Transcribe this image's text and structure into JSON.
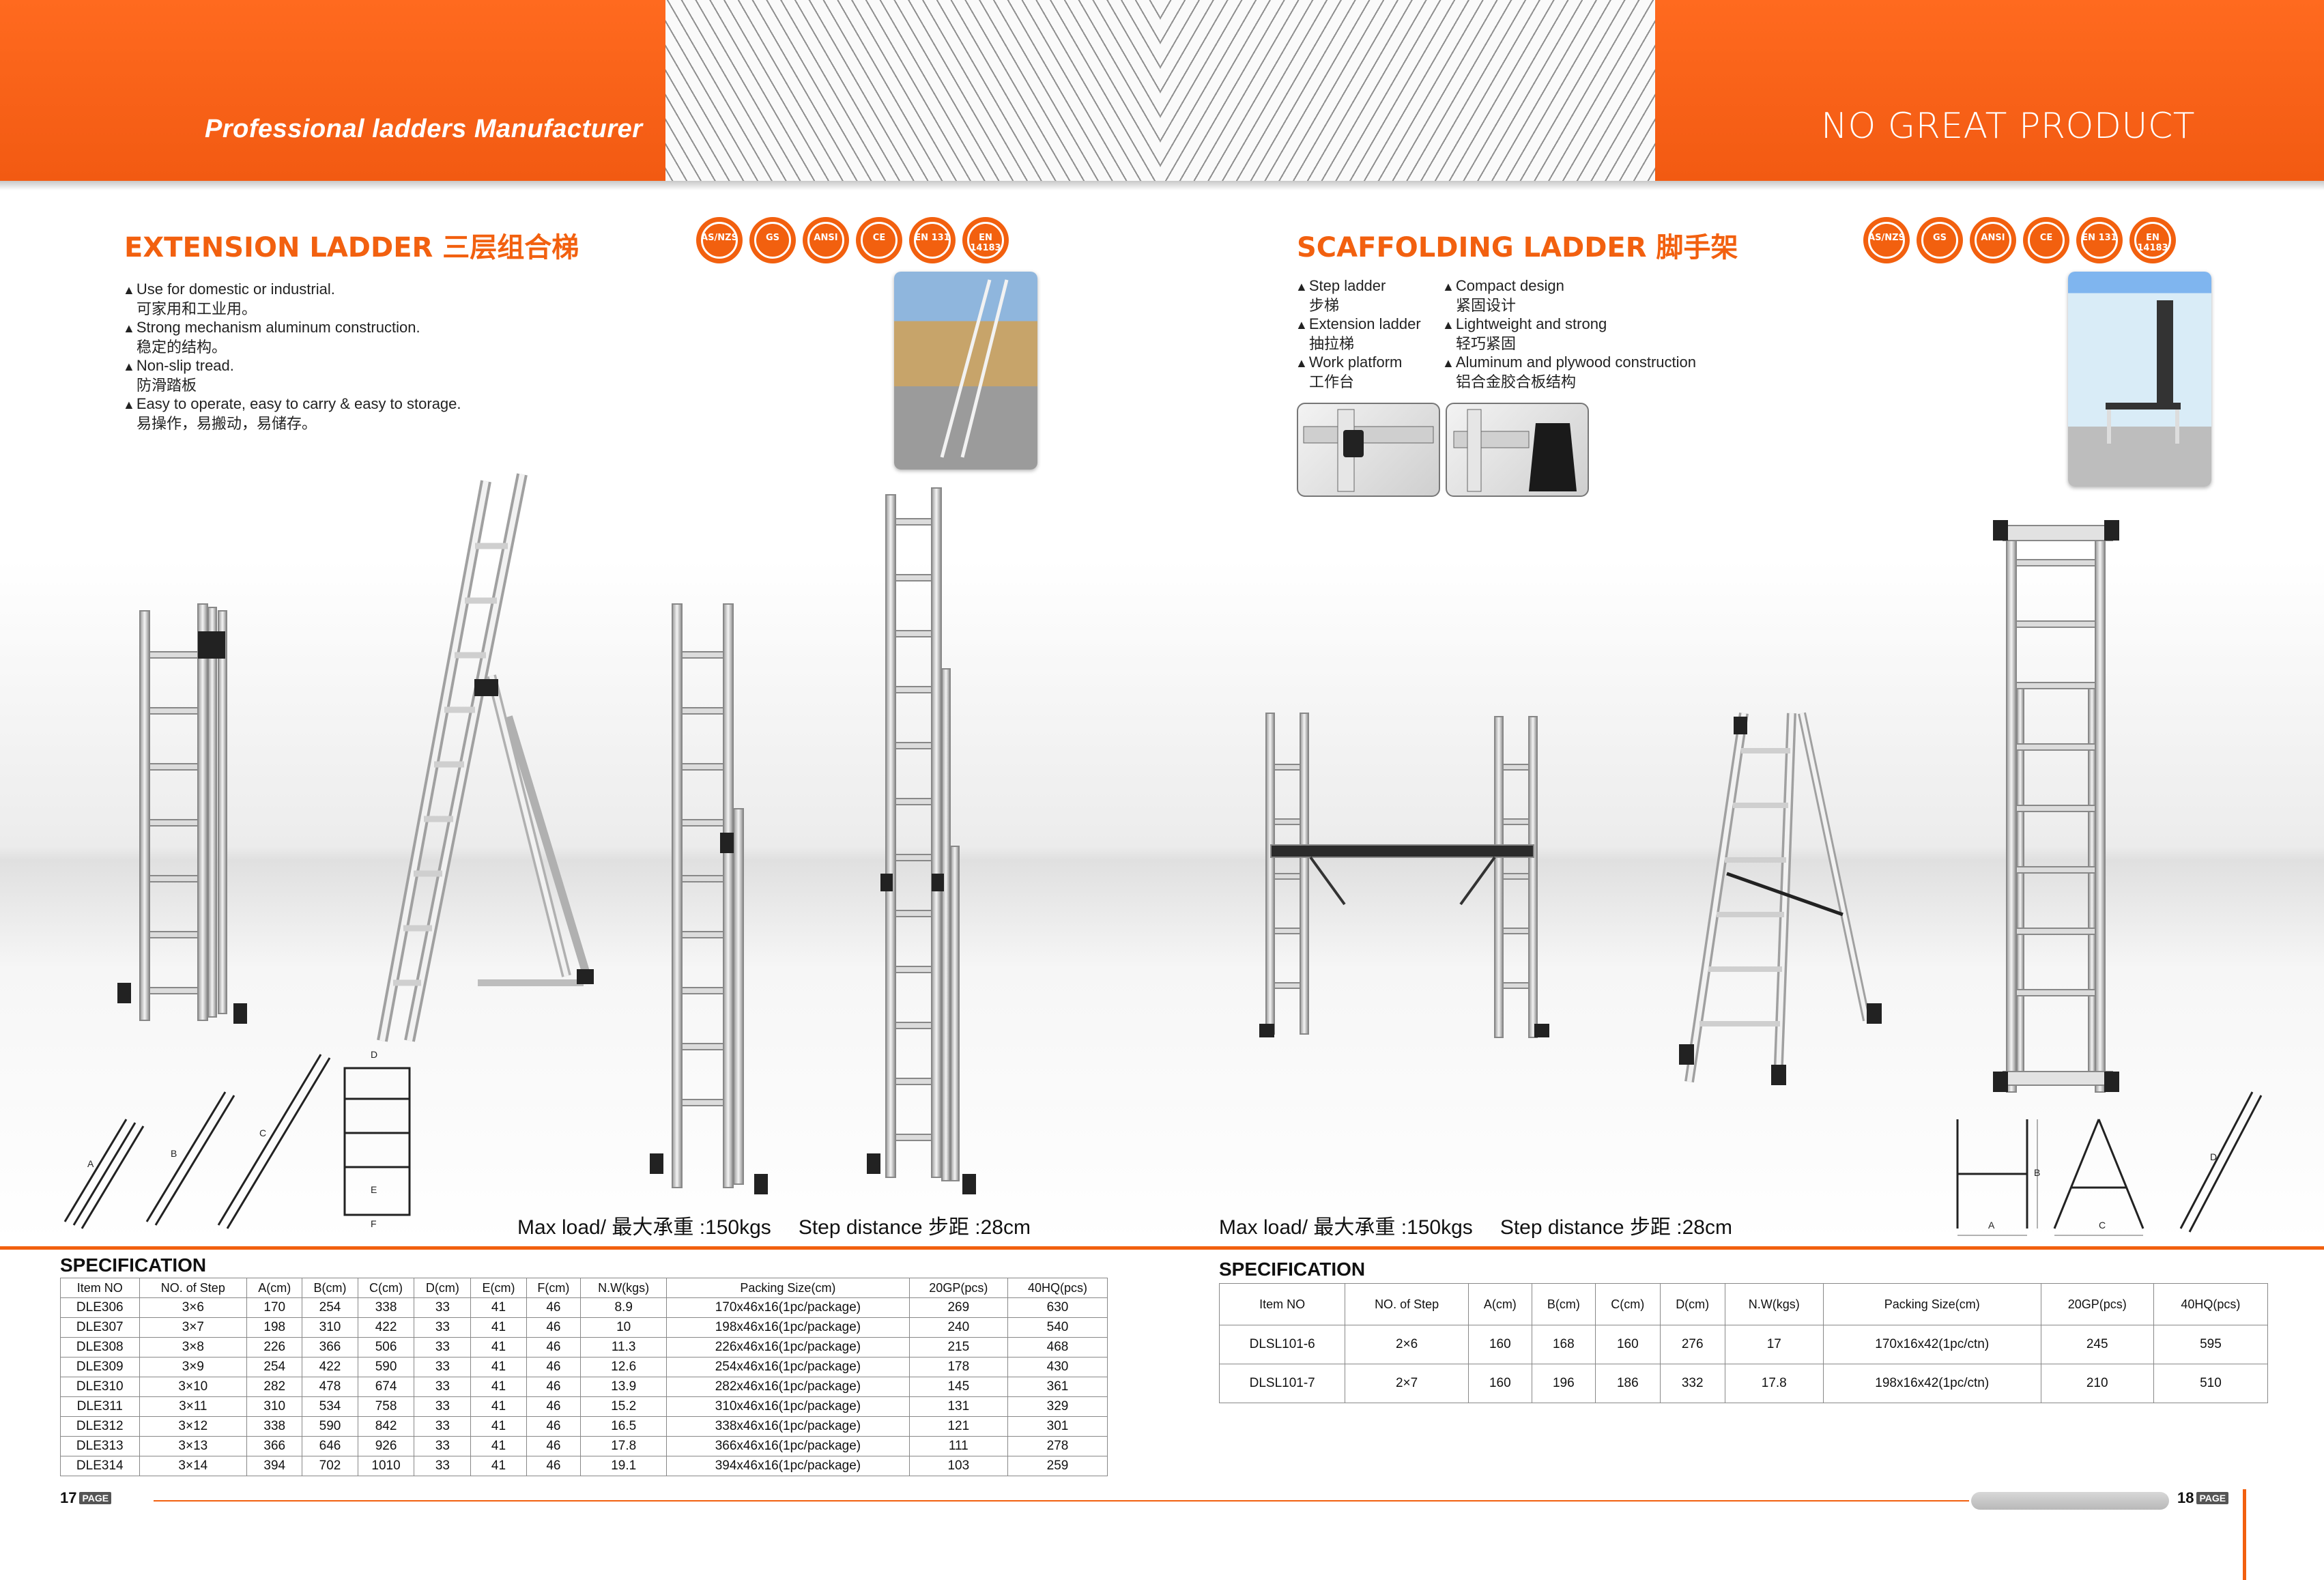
{
  "header": {
    "tagline": "Professional ladders Manufacturer",
    "slogan": "NO GREAT PRODUCT"
  },
  "certs": [
    "AS/NZS",
    "GS",
    "ANSI",
    "CE",
    "EN 131",
    "EN 14183"
  ],
  "left": {
    "title": "EXTENSION LADDER 三层组合梯",
    "features": [
      {
        "en": "Use for domestic or industrial.",
        "cn": "可家用和工业用。"
      },
      {
        "en": "Strong mechanism aluminum construction.",
        "cn": "稳定的结构。"
      },
      {
        "en": "Non-slip tread.",
        "cn": "防滑踏板"
      },
      {
        "en": "Easy to operate, easy to carry & easy to storage.",
        "cn": "易操作，易搬动，易储存。"
      }
    ],
    "caption_load": "Max load/ 最大承重 :150kgs",
    "caption_step": "Step distance 步距 :28cm",
    "diagram_labels": [
      "A",
      "B",
      "C",
      "D",
      "E",
      "F"
    ]
  },
  "right": {
    "title": "SCAFFOLDING LADDER 脚手架",
    "features_col1": [
      {
        "en": "Step ladder",
        "cn": "步梯"
      },
      {
        "en": "Extension ladder",
        "cn": "抽拉梯"
      },
      {
        "en": "Work platform",
        "cn": "工作台"
      }
    ],
    "features_col2": [
      {
        "en": "Compact design",
        "cn": "紧固设计"
      },
      {
        "en": "Lightweight and strong",
        "cn": "轻巧紧固"
      },
      {
        "en": "Aluminum and plywood construction",
        "cn": "铝合金胶合板结构"
      }
    ],
    "caption_load": "Max load/ 最大承重 :150kgs",
    "caption_step": "Step distance 步距 :28cm",
    "diagram_labels": [
      "A",
      "B",
      "C",
      "D"
    ]
  },
  "spec_left": {
    "title": "SPECIFICATION",
    "headers": [
      "Item NO",
      "NO. of Step",
      "A(cm)",
      "B(cm)",
      "C(cm)",
      "D(cm)",
      "E(cm)",
      "F(cm)",
      "N.W(kgs)",
      "Packing Size(cm)",
      "20GP(pcs)",
      "40HQ(pcs)"
    ],
    "rows": [
      [
        "DLE306",
        "3×6",
        "170",
        "254",
        "338",
        "33",
        "41",
        "46",
        "8.9",
        "170x46x16(1pc/package)",
        "269",
        "630"
      ],
      [
        "DLE307",
        "3×7",
        "198",
        "310",
        "422",
        "33",
        "41",
        "46",
        "10",
        "198x46x16(1pc/package)",
        "240",
        "540"
      ],
      [
        "DLE308",
        "3×8",
        "226",
        "366",
        "506",
        "33",
        "41",
        "46",
        "11.3",
        "226x46x16(1pc/package)",
        "215",
        "468"
      ],
      [
        "DLE309",
        "3×9",
        "254",
        "422",
        "590",
        "33",
        "41",
        "46",
        "12.6",
        "254x46x16(1pc/package)",
        "178",
        "430"
      ],
      [
        "DLE310",
        "3×10",
        "282",
        "478",
        "674",
        "33",
        "41",
        "46",
        "13.9",
        "282x46x16(1pc/package)",
        "145",
        "361"
      ],
      [
        "DLE311",
        "3×11",
        "310",
        "534",
        "758",
        "33",
        "41",
        "46",
        "15.2",
        "310x46x16(1pc/package)",
        "131",
        "329"
      ],
      [
        "DLE312",
        "3×12",
        "338",
        "590",
        "842",
        "33",
        "41",
        "46",
        "16.5",
        "338x46x16(1pc/package)",
        "121",
        "301"
      ],
      [
        "DLE313",
        "3×13",
        "366",
        "646",
        "926",
        "33",
        "41",
        "46",
        "17.8",
        "366x46x16(1pc/package)",
        "111",
        "278"
      ],
      [
        "DLE314",
        "3×14",
        "394",
        "702",
        "1010",
        "33",
        "41",
        "46",
        "19.1",
        "394x46x16(1pc/package)",
        "103",
        "259"
      ]
    ]
  },
  "spec_right": {
    "title": "SPECIFICATION",
    "headers": [
      "Item NO",
      "NO. of Step",
      "A(cm)",
      "B(cm)",
      "C(cm)",
      "D(cm)",
      "N.W(kgs)",
      "Packing Size(cm)",
      "20GP(pcs)",
      "40HQ(pcs)"
    ],
    "rows": [
      [
        "DLSL101-6",
        "2×6",
        "160",
        "168",
        "160",
        "276",
        "17",
        "170x16x42(1pc/ctn)",
        "245",
        "595"
      ],
      [
        "DLSL101-7",
        "2×7",
        "160",
        "196",
        "186",
        "332",
        "17.8",
        "198x16x42(1pc/ctn)",
        "210",
        "510"
      ]
    ]
  },
  "footer": {
    "left_page": "17",
    "right_page": "18",
    "page_tag": "PAGE"
  },
  "colors": {
    "brand_orange": "#f2600f",
    "text": "#111111"
  }
}
